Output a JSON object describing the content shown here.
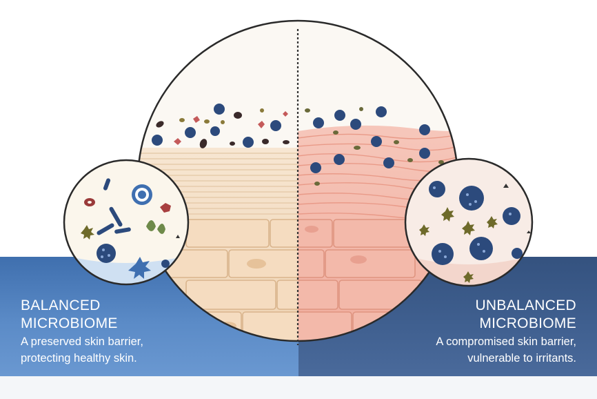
{
  "left": {
    "heading_line1": "BALANCED",
    "heading_line2": "MICROBIOME",
    "desc_line1": "A preserved skin barrier,",
    "desc_line2": "protecting healthy skin."
  },
  "right": {
    "heading_line1": "UNBALANCED",
    "heading_line2": "MICROBIOME",
    "desc_line1": "A compromised  skin barrier,",
    "desc_line2": "vulnerable to irritants."
  },
  "colors": {
    "balanced_panel": "#4a7cbd",
    "unbalanced_panel": "#3a5a8a",
    "microbe_blue": "#2c4a7c",
    "healthy_skin": "#f3dcc0",
    "irritated_skin": "#f2b3a4"
  }
}
